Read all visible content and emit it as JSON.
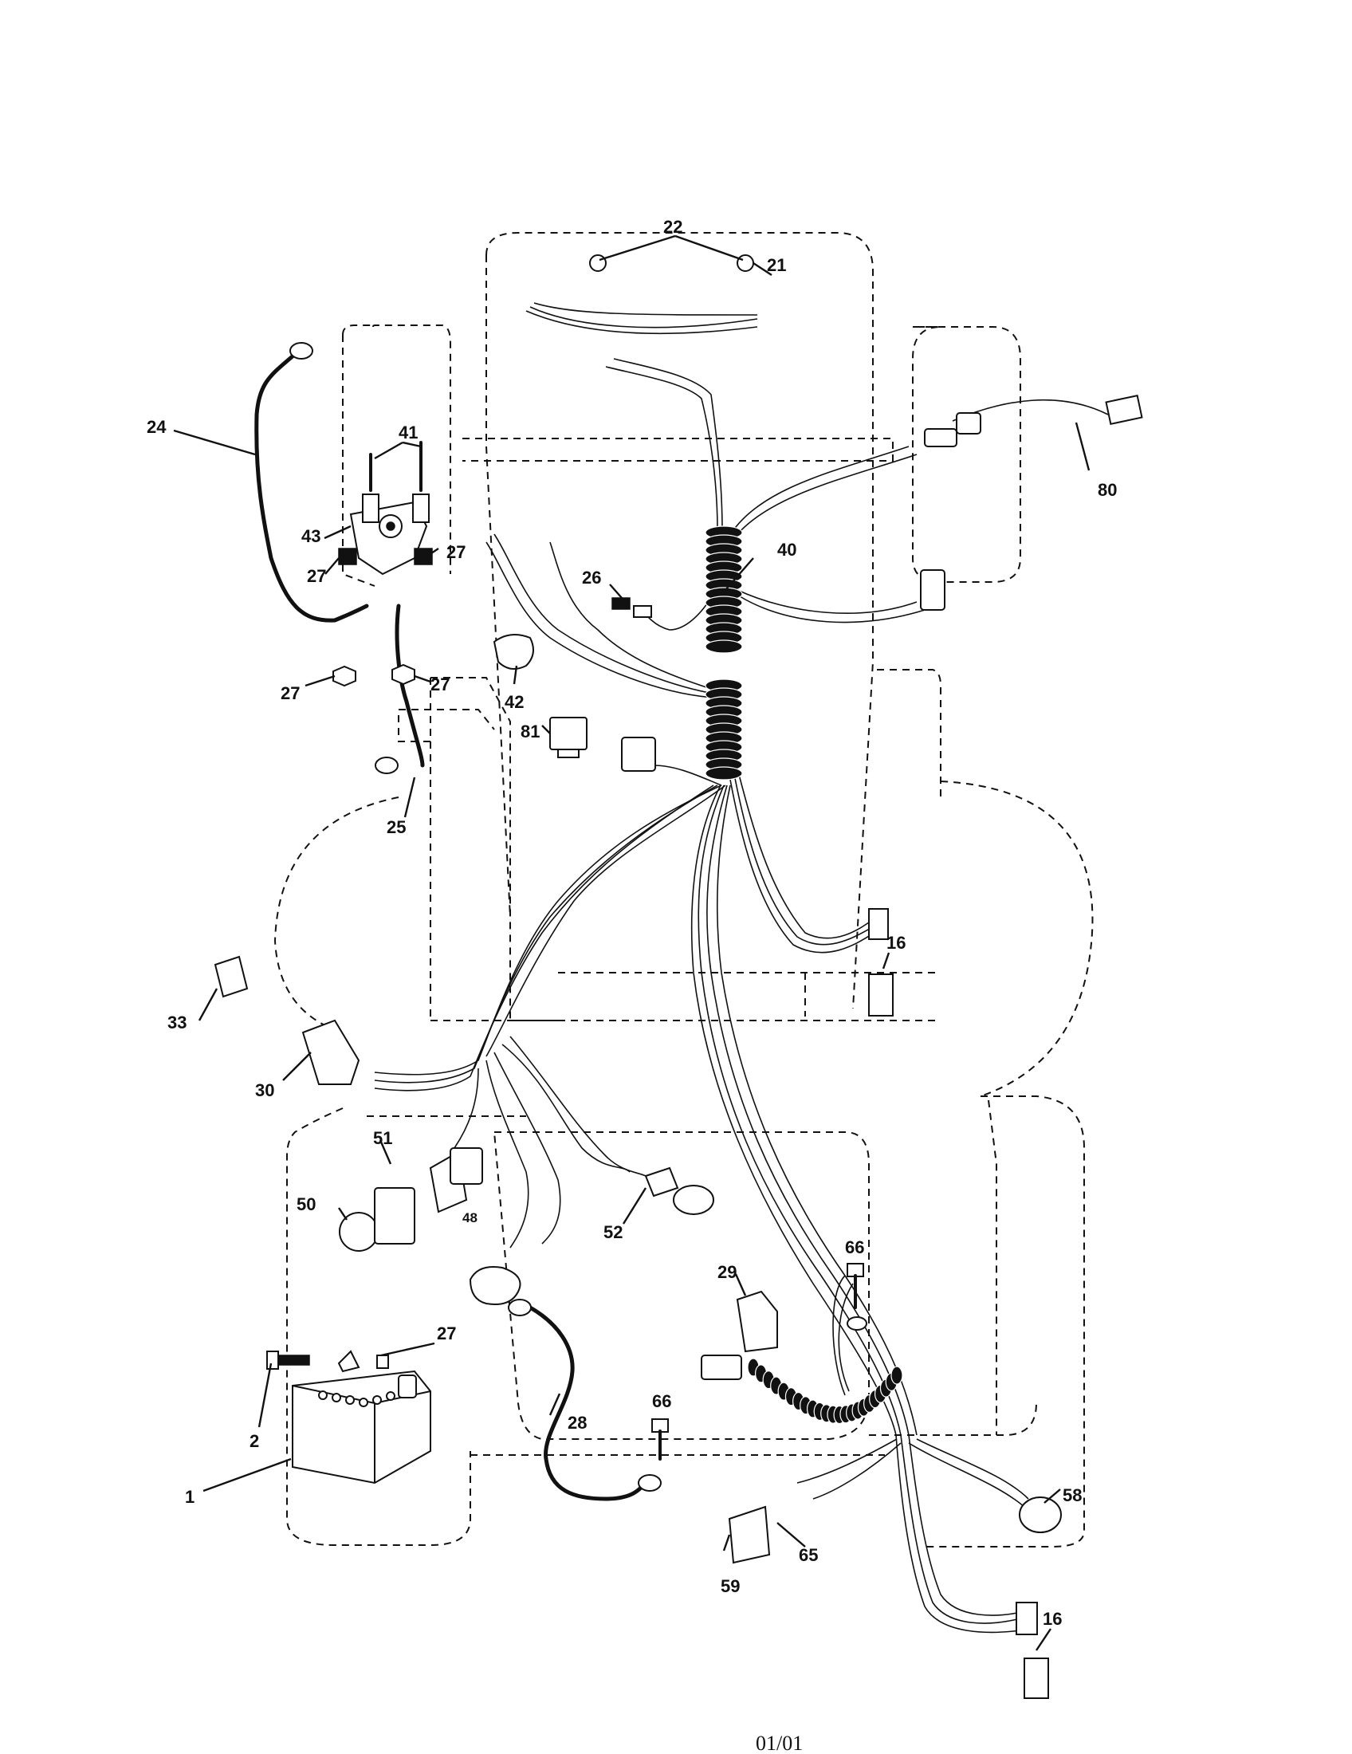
{
  "diagram": {
    "callouts": [
      {
        "id": "c1",
        "label": "1"
      },
      {
        "id": "c2",
        "label": "2"
      },
      {
        "id": "c16a",
        "label": "16"
      },
      {
        "id": "c16b",
        "label": "16"
      },
      {
        "id": "c21",
        "label": "21"
      },
      {
        "id": "c22",
        "label": "22"
      },
      {
        "id": "c24",
        "label": "24"
      },
      {
        "id": "c25",
        "label": "25"
      },
      {
        "id": "c26",
        "label": "26"
      },
      {
        "id": "c27a",
        "label": "27"
      },
      {
        "id": "c27b",
        "label": "27"
      },
      {
        "id": "c27c",
        "label": "27"
      },
      {
        "id": "c27d",
        "label": "27"
      },
      {
        "id": "c27e",
        "label": "27"
      },
      {
        "id": "c28",
        "label": "28"
      },
      {
        "id": "c29",
        "label": "29"
      },
      {
        "id": "c30",
        "label": "30"
      },
      {
        "id": "c33",
        "label": "33"
      },
      {
        "id": "c40",
        "label": "40"
      },
      {
        "id": "c41",
        "label": "41"
      },
      {
        "id": "c42",
        "label": "42"
      },
      {
        "id": "c43",
        "label": "43"
      },
      {
        "id": "c48",
        "label": "48"
      },
      {
        "id": "c50",
        "label": "50"
      },
      {
        "id": "c51",
        "label": "51"
      },
      {
        "id": "c52",
        "label": "52"
      },
      {
        "id": "c58",
        "label": "58"
      },
      {
        "id": "c59",
        "label": "59"
      },
      {
        "id": "c65",
        "label": "65"
      },
      {
        "id": "c66a",
        "label": "66"
      },
      {
        "id": "c66b",
        "label": "66"
      },
      {
        "id": "c80",
        "label": "80"
      },
      {
        "id": "c81",
        "label": "81"
      }
    ],
    "footer_code": "01/01"
  }
}
